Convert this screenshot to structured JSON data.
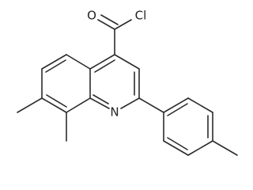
{
  "molecule": {
    "atoms": {
      "oxygen": "O",
      "chlorine": "Cl",
      "nitrogen": "N"
    }
  },
  "colors": {
    "bond": "#2b2b2b",
    "label": "#222222",
    "background": "#ffffff"
  }
}
